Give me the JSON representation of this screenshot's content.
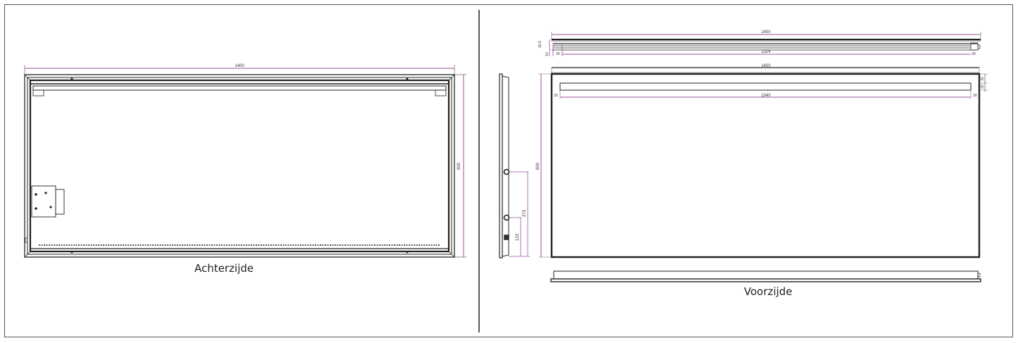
{
  "views": {
    "back": {
      "caption": "Achterzijde",
      "dims": {
        "width": "1400",
        "height": "600"
      }
    },
    "front": {
      "caption": "Voorzijde",
      "top_view_dims": {
        "overall_width": "1400",
        "inner_width": "1324",
        "depth_a": "30,5",
        "depth_b": "10",
        "offset_left": "30",
        "offset_right": "30"
      },
      "front_dims": {
        "overall_width": "1400",
        "light_strip_width": "1340",
        "height": "600",
        "strip_top": "30",
        "strip_height": "20",
        "offset_left": "30",
        "offset_right": "30"
      },
      "side_dims": {
        "upper_button": "273",
        "lower_button": "123"
      }
    }
  },
  "colors": {
    "dimension": "#9b4fa0",
    "line": "#222222"
  }
}
